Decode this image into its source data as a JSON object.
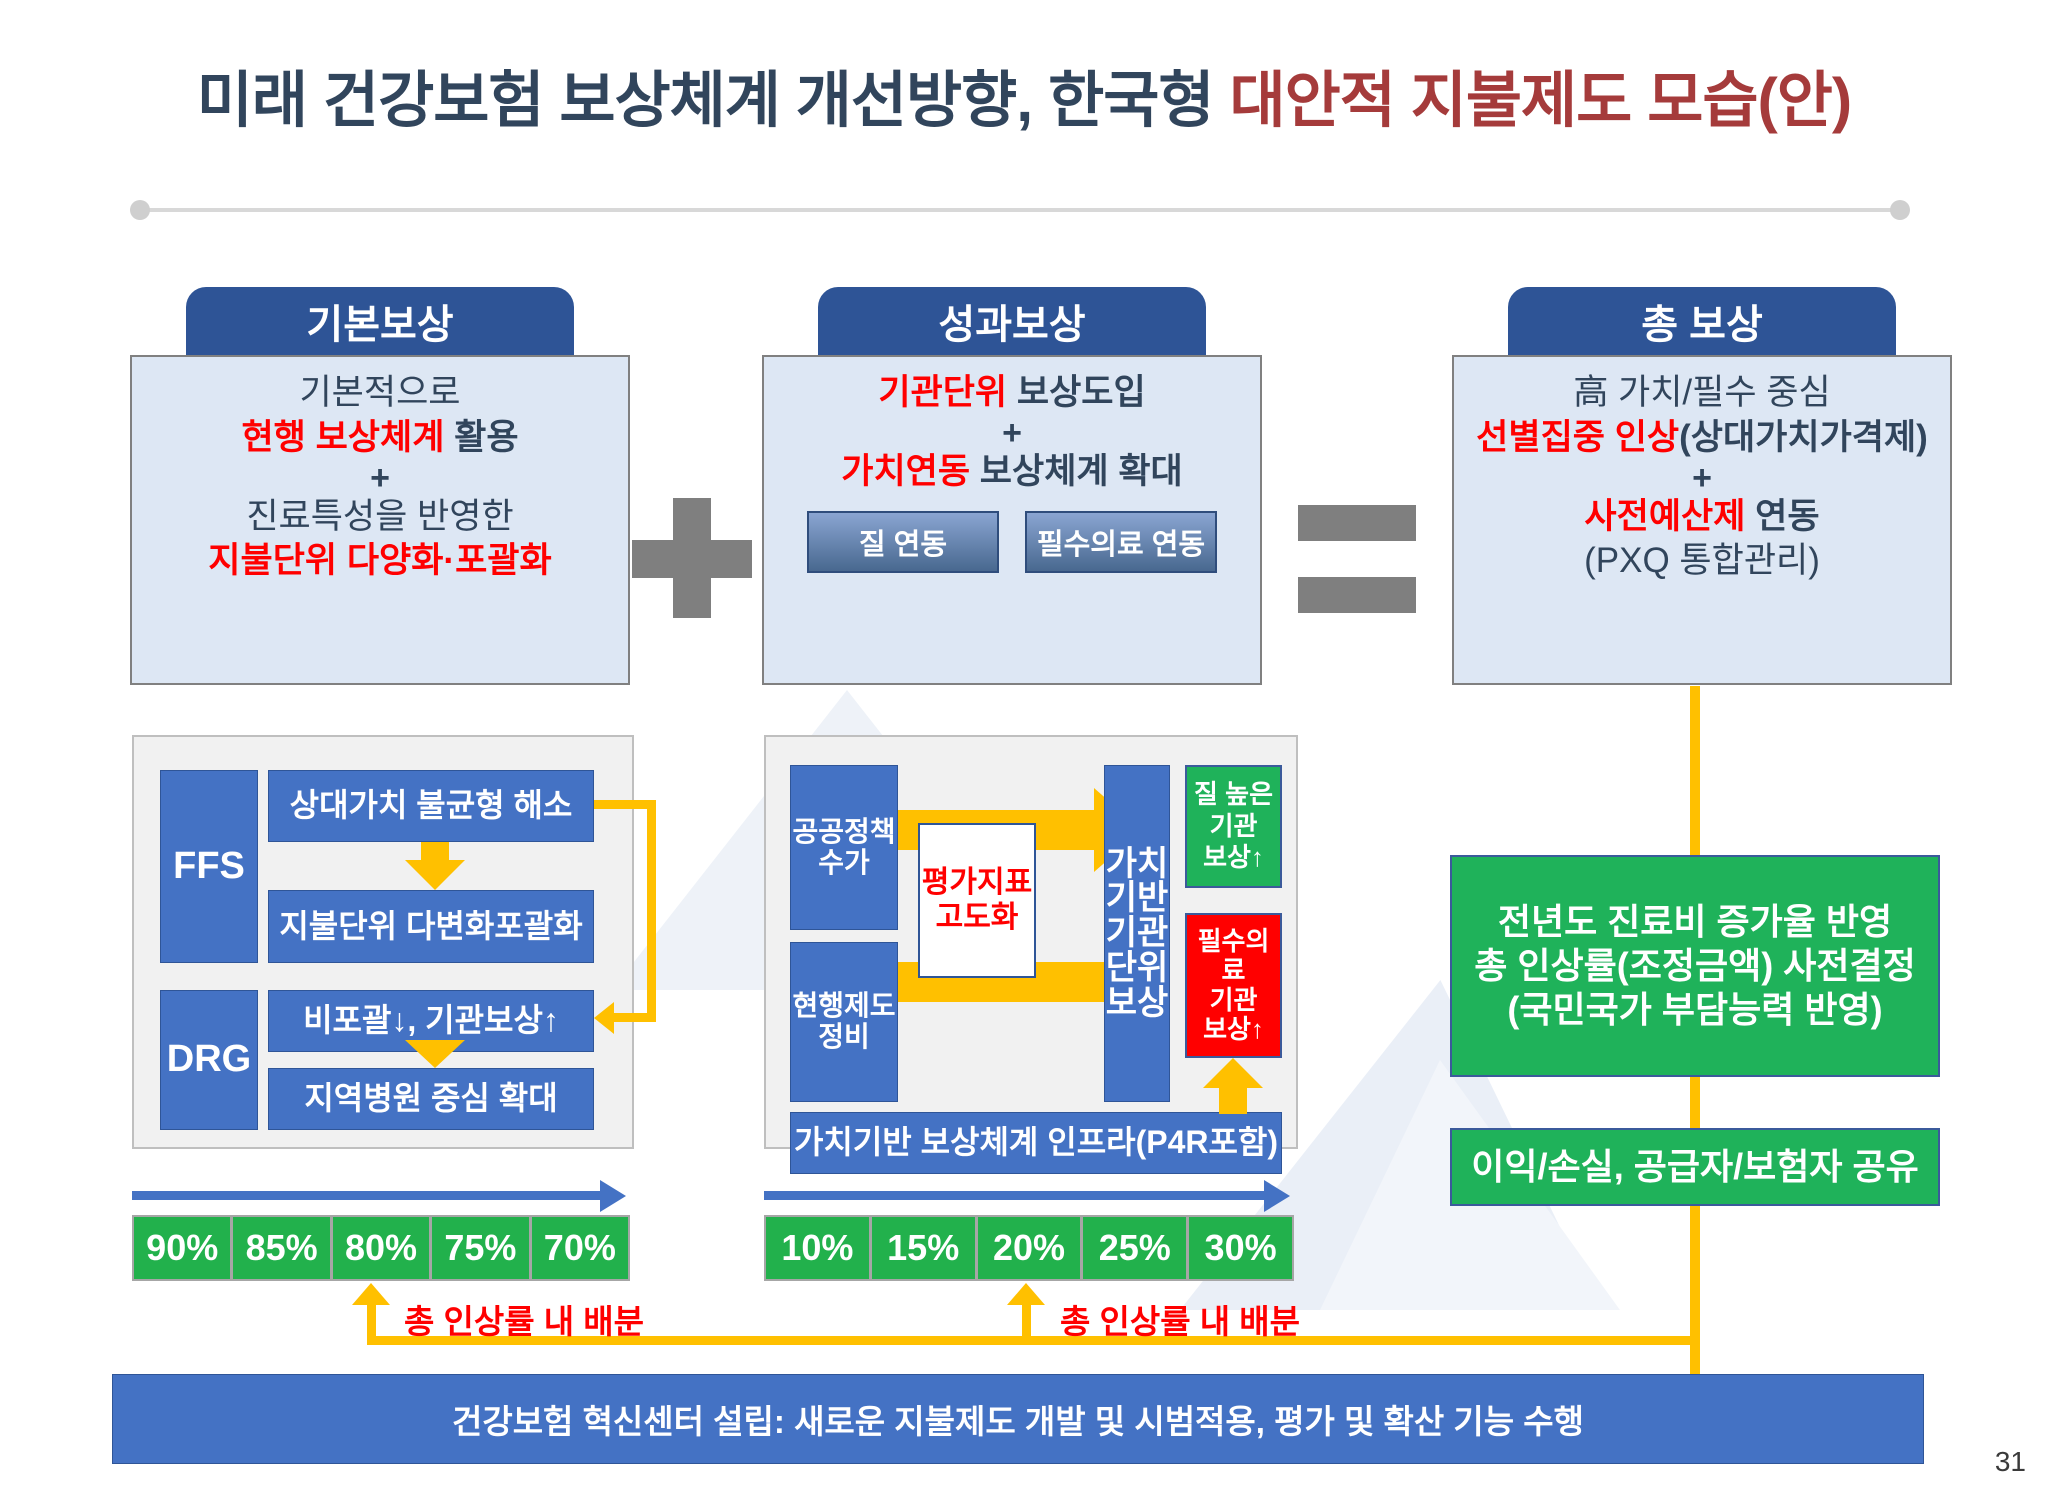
{
  "title": {
    "main": "미래 건강보험 보상체계 개선방향, 한국형 ",
    "accent": "대안적 지불제도 모습(안)"
  },
  "columns": [
    {
      "tab_label": "기본보상",
      "lines": [
        {
          "text": "기본적으로",
          "red": false
        },
        {
          "text": "현행 보상체계",
          "red": true,
          "suffix": " 활용"
        },
        {
          "text": "+",
          "red": false
        },
        {
          "text": "진료특성을 반영한",
          "red": false
        },
        {
          "text": "지불단위 다양화·포괄화",
          "red": true
        }
      ]
    },
    {
      "tab_label": "성과보상",
      "lines": [
        {
          "text": "기관단위",
          "red": true,
          "suffix": " 보상도입"
        },
        {
          "text": "+",
          "red": false
        },
        {
          "text": "가치연동",
          "red": true,
          "suffix": " 보상체계 확대"
        }
      ],
      "chips": [
        "질 연동",
        "필수의료 연동"
      ]
    },
    {
      "tab_label": "총  보상",
      "lines": [
        {
          "text": "高 가치/필수 중심",
          "red": false
        },
        {
          "text": "선별집중 인상",
          "red": true,
          "suffix": "(상대가치가격제)"
        },
        {
          "text": "+",
          "red": false
        },
        {
          "text": "사전예산제",
          "red": true,
          "suffix": " 연동"
        },
        {
          "text": "(PXQ 통합관리)",
          "red": false
        }
      ]
    }
  ],
  "operators": {
    "plus": "+",
    "equals": "="
  },
  "left_group": {
    "row_labels": [
      "FFS",
      "DRG"
    ],
    "boxes": [
      "상대가치 불균형 해소",
      "지불단위 다변화포괄화",
      "비포괄↓, 기관보상↑",
      "지역병원 중심 확대"
    ]
  },
  "mid_group": {
    "inputs": [
      "공공정책\n수가",
      "현행제도\n정비"
    ],
    "center_box": "평가지표\n고도화",
    "output_box": "가치\n기반\n기관\n단위\n보상",
    "side_boxes": [
      {
        "text": "질 높은\n기관\n보상↑",
        "color": "#1fb25a"
      },
      {
        "text": "필수의료\n기관\n보상↑",
        "color": "#ff0000"
      }
    ],
    "footer_box": "가치기반 보상체계 인프라(P4R포함)"
  },
  "right_group": {
    "green_boxes": [
      "전년도 진료비 증가율 반영\n총 인상률(조정금액) 사전결정\n(국민국가 부담능력 반영)",
      "이익/손실, 공급자/보험자 공유"
    ]
  },
  "percent_strips": [
    {
      "values": [
        "90%",
        "85%",
        "80%",
        "75%",
        "70%"
      ]
    },
    {
      "values": [
        "10%",
        "15%",
        "20%",
        "25%",
        "30%"
      ]
    }
  ],
  "callouts": [
    "총 인상률 내 배분",
    "총 인상률 내 배분"
  ],
  "banner": {
    "text": "건강보험 혁신센터 설립: 새로운 지불제도 개발 및 시범적용, 평가 및 확산 기능 수행"
  },
  "page_number": "31",
  "colors": {
    "tab_blue": "#2e5496",
    "panel_fill": "#dde7f4",
    "box_blue": "#4472c4",
    "green": "#1fb25a",
    "red": "#ff0000",
    "orange": "#ffc000",
    "title_dark": "#31455c",
    "title_accent": "#a53b3b"
  }
}
